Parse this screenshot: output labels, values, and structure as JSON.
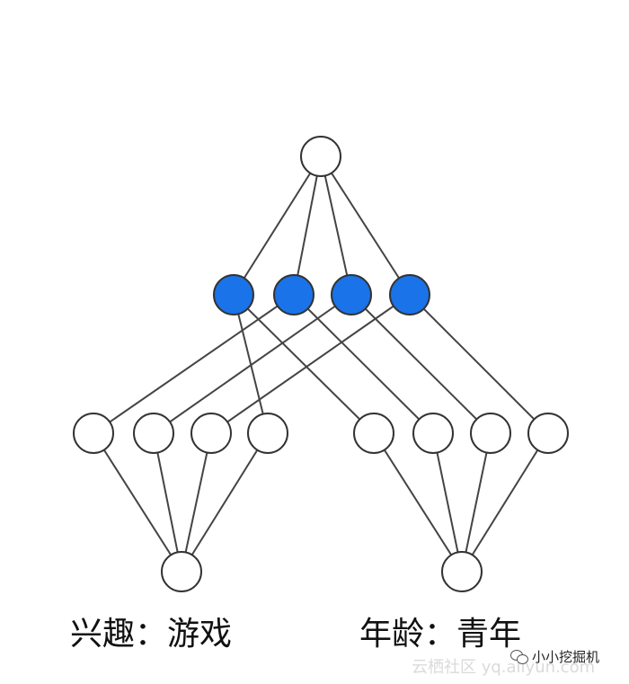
{
  "labels": {
    "left": "兴趣：游戏",
    "right": "年龄：青年"
  },
  "watermark": {
    "text": "小小挖掘机",
    "faint_text": "云栖社区 yq.aliyun.com"
  },
  "colors": {
    "embedding_node_fill": "#1a73e8",
    "plain_node_fill": "#ffffff",
    "node_stroke": "#333333",
    "edge_stroke": "#444444"
  }
}
